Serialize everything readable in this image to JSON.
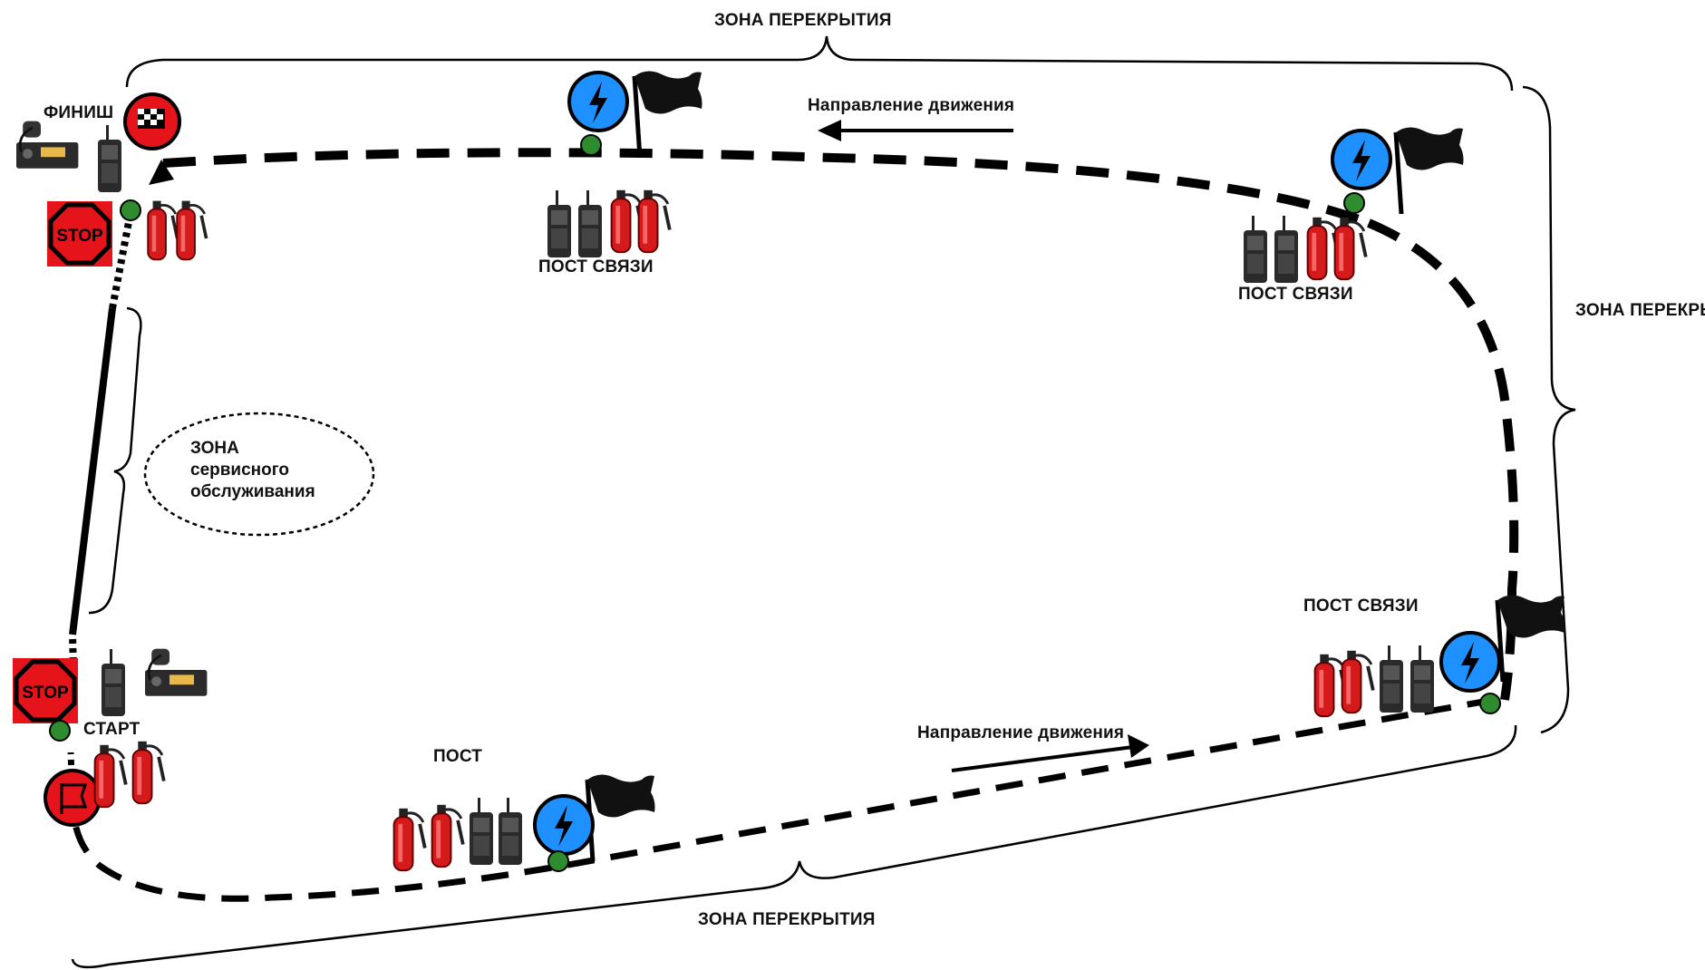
{
  "labels": {
    "overlap_top": "ЗОНА ПЕРЕКРЫТИЯ",
    "overlap_right": "ЗОНА ПЕРЕКРЫТИЯ",
    "overlap_bottom": "ЗОНА ПЕРЕКРЫТИЯ",
    "direction_top": "Направление движения",
    "direction_bottom": "Направление движения",
    "finish": "ФИНИШ",
    "start": "СТАРТ",
    "post": "ПОСТ",
    "post_comm_top": "ПОСТ СВЯЗИ",
    "post_comm_right_top": "ПОСТ СВЯЗИ",
    "post_comm_right_bottom": "ПОСТ СВЯЗИ",
    "service_zone_line1": "ЗОНА",
    "service_zone_line2": "сервисного",
    "service_zone_line3": "обслуживания",
    "stop_sign": "STOP"
  },
  "colors": {
    "track": "#000000",
    "stop_red": "#e5141b",
    "bolt_blue": "#1e90ff",
    "marker_green": "#2e8b2e",
    "extinguisher_red": "#d41a1a"
  },
  "icons": [
    "radio-station-icon",
    "walkie-talkie-icon",
    "fire-extinguisher-icon",
    "lightning-circle-icon",
    "black-flag-icon",
    "stop-sign-icon",
    "checkered-flag-sign-icon",
    "green-marker-icon"
  ]
}
